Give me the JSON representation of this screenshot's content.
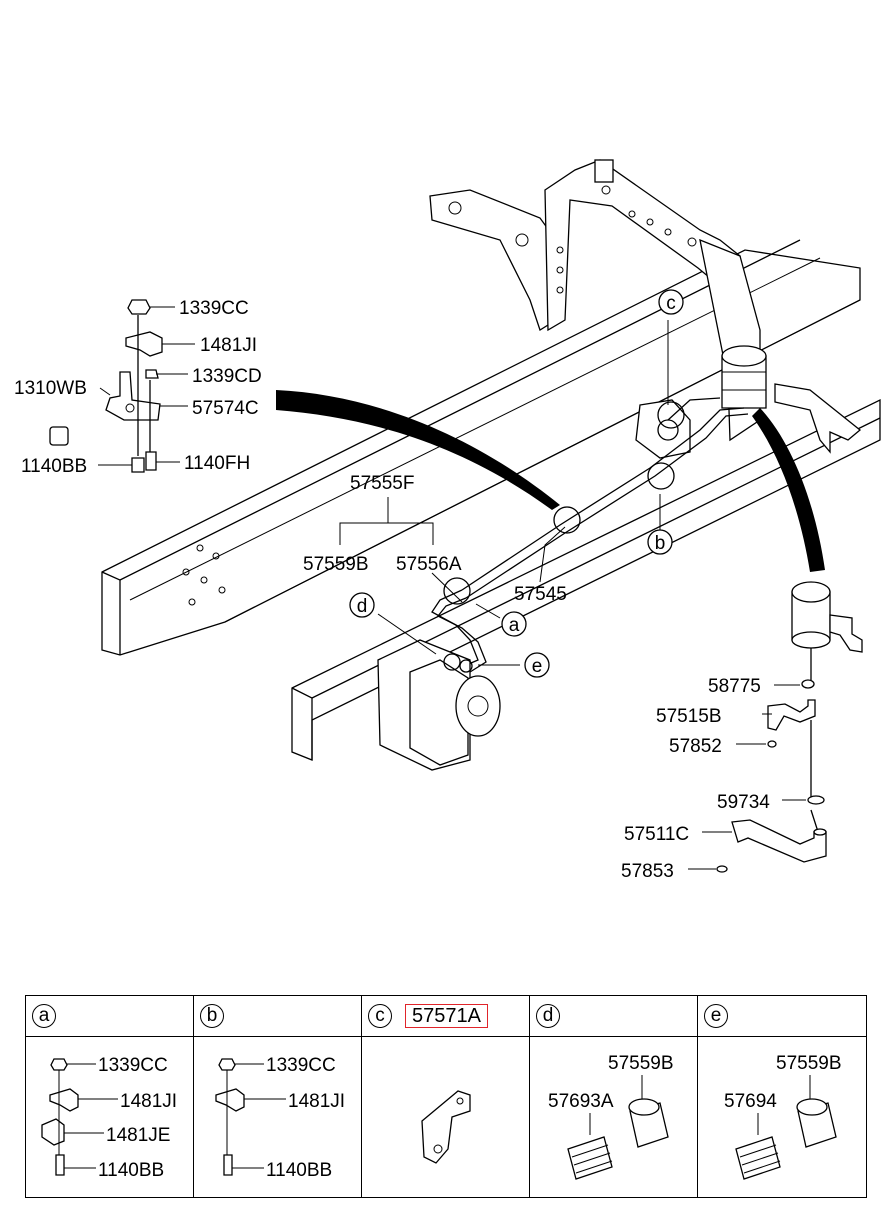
{
  "callouts": {
    "top_left": {
      "p1339CC": "1339CC",
      "p1481JI": "1481JI",
      "p1339CD": "1339CD",
      "p1310WB": "1310WB",
      "p57574C": "57574C",
      "p1140BB": "1140BB",
      "p1140FH": "1140FH"
    },
    "lines": {
      "p57555F": "57555F",
      "p57559B": "57559B",
      "p57556A": "57556A",
      "p57545": "57545"
    },
    "tank": {
      "p58775": "58775",
      "p57515B": "57515B",
      "p57852": "57852",
      "p59734": "59734",
      "p57511C": "57511C",
      "p57853": "57853"
    },
    "letters": {
      "a": "a",
      "b": "b",
      "c": "c",
      "d": "d",
      "e": "e"
    }
  },
  "legend": {
    "a": {
      "tag": "a",
      "items": [
        "1339CC",
        "1481JI",
        "1481JE",
        "1140BB"
      ]
    },
    "b": {
      "tag": "b",
      "items": [
        "1339CC",
        "1481JI",
        "1140BB"
      ]
    },
    "c": {
      "tag": "c",
      "part": "57571A"
    },
    "d": {
      "tag": "d",
      "items": [
        "57559B",
        "57693A"
      ]
    },
    "e": {
      "tag": "e",
      "items": [
        "57559B",
        "57694"
      ]
    }
  },
  "colors": {
    "highlight_box": "#e0242a",
    "ink": "#000000"
  }
}
